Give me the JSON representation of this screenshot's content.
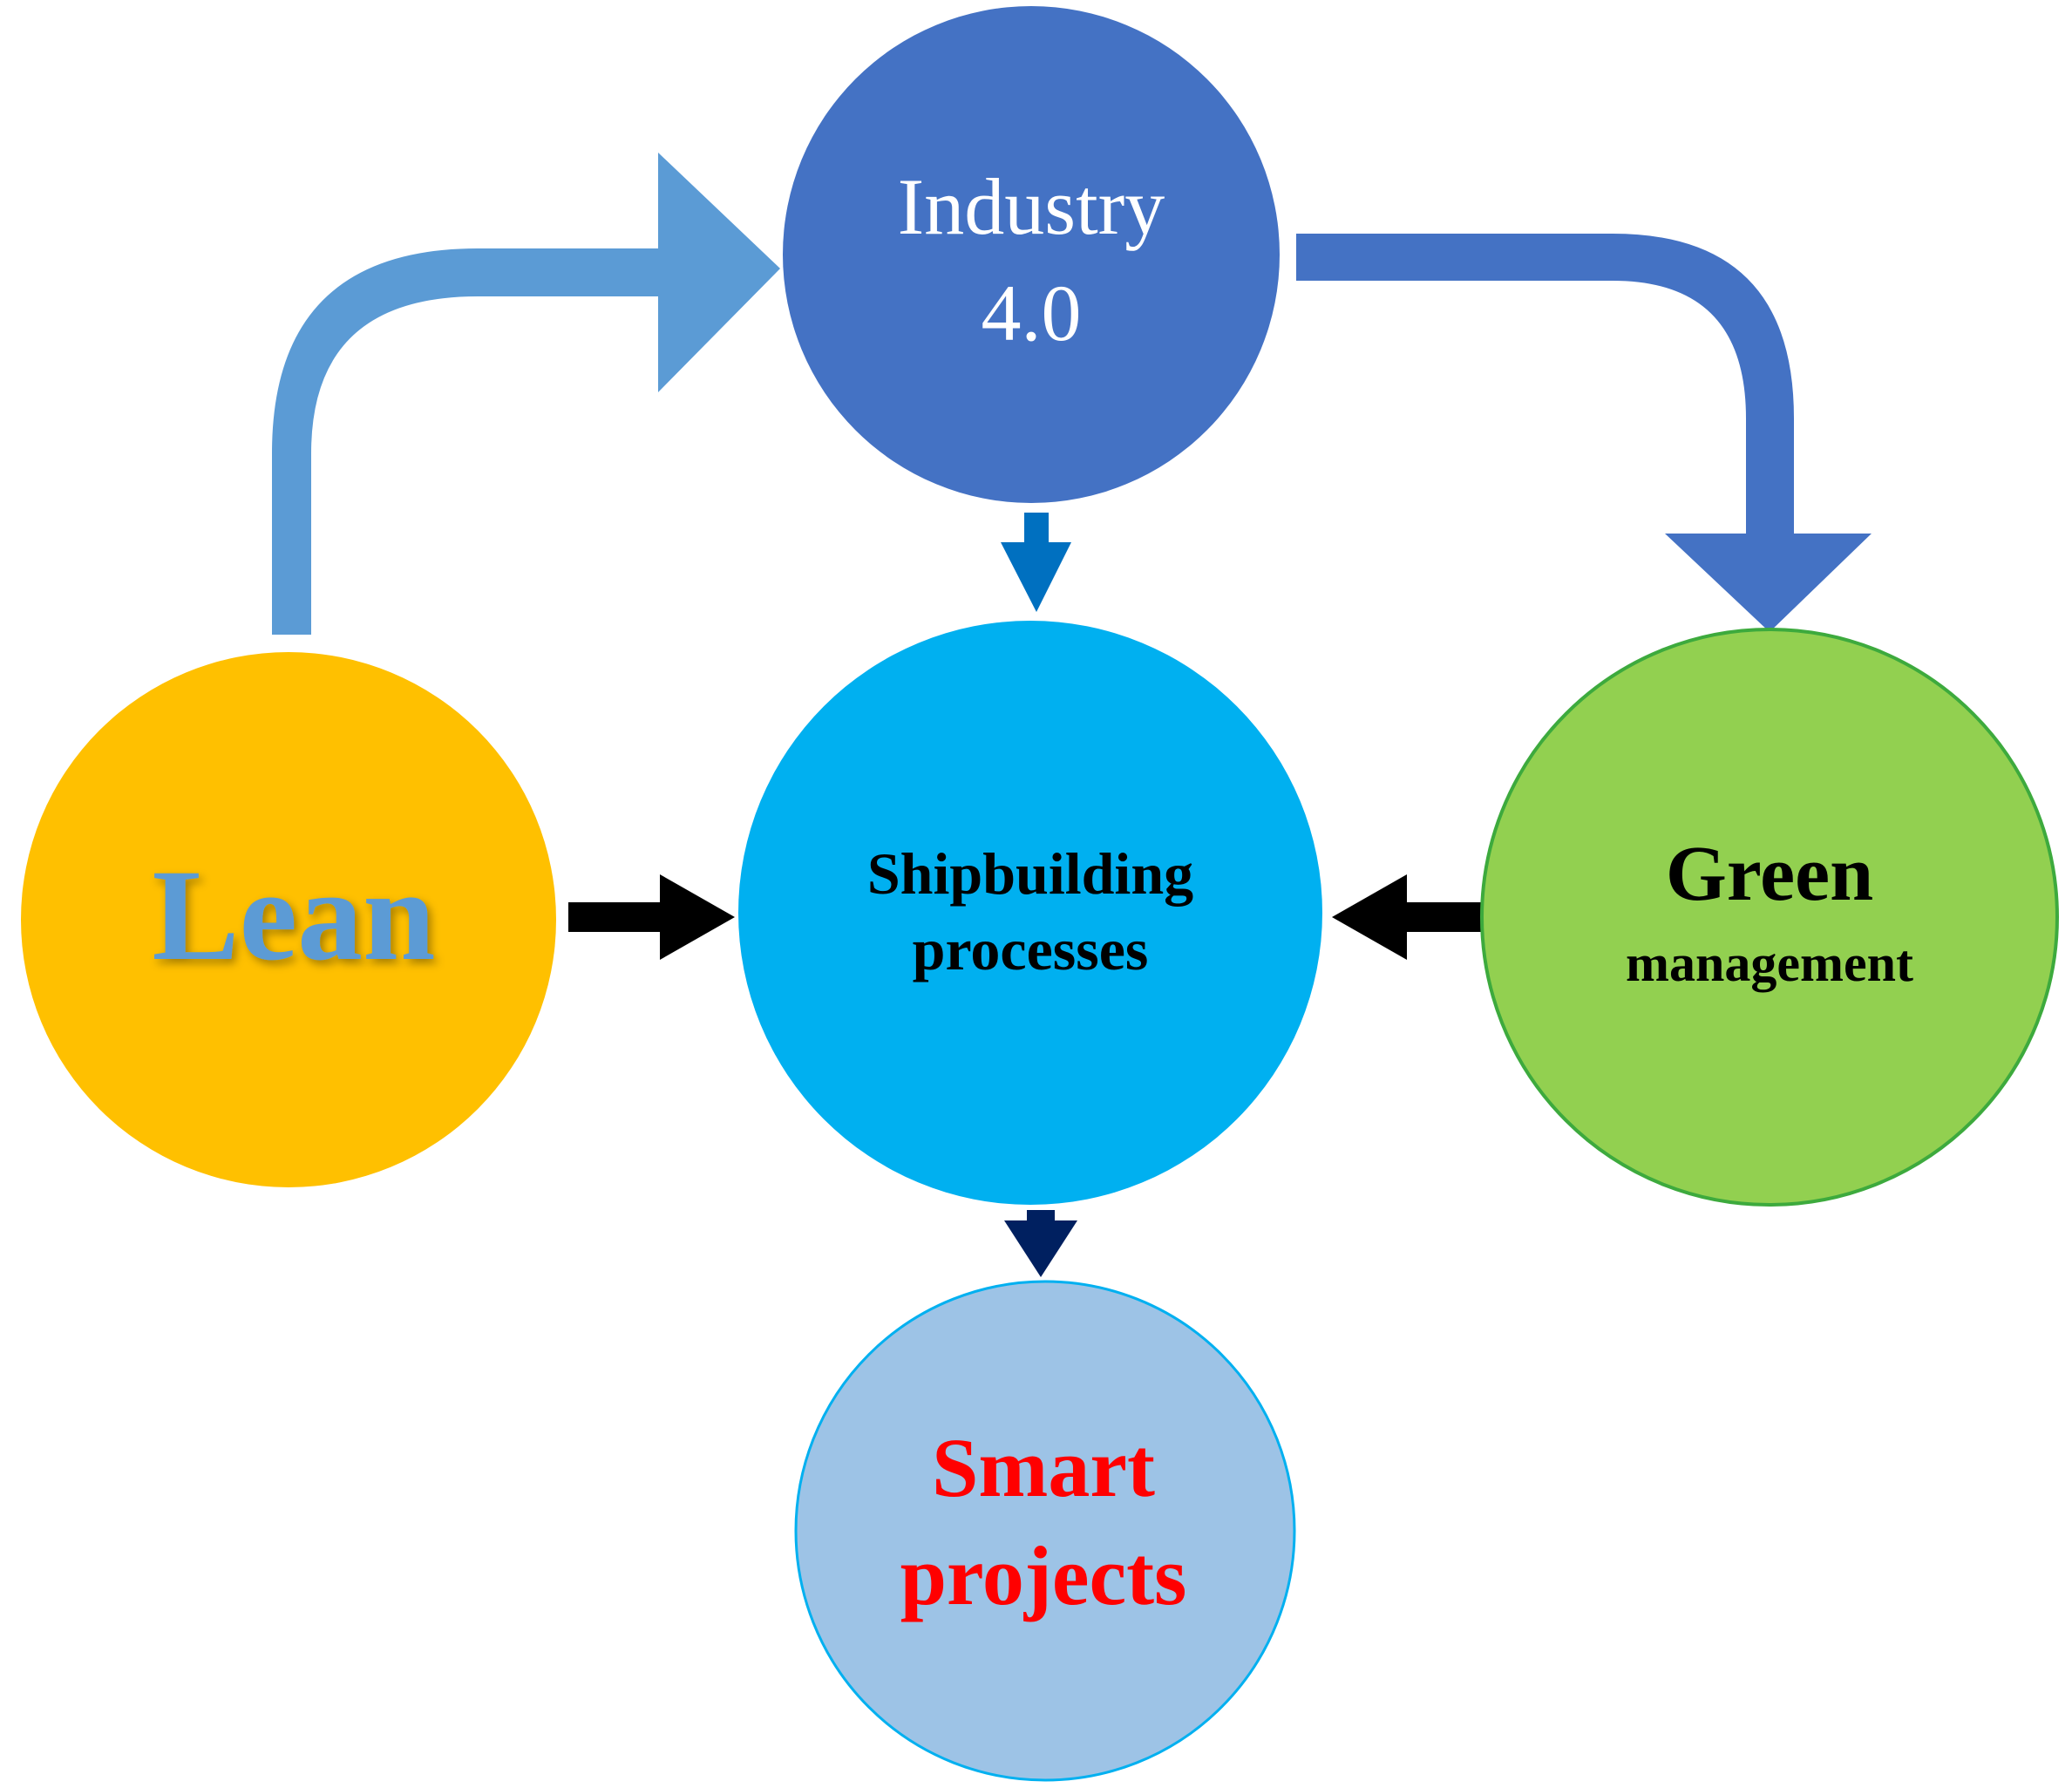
{
  "nodes": {
    "industry": {
      "line1": "Industry",
      "line2": "4.0",
      "fill": "#4472C4",
      "text_color": "#FFFFFF"
    },
    "lean": {
      "label": "Lean",
      "fill": "#FFC000",
      "text_color": "#5B9BD5"
    },
    "shipbuilding": {
      "line1": "Shipbuilding",
      "line2": "processes",
      "fill": "#00B0F0",
      "text_color": "#000000"
    },
    "green": {
      "line1": "Green",
      "line2": "management",
      "fill": "#92D050",
      "stroke": "#3DAA3D",
      "text_color": "#000000"
    },
    "smart": {
      "line1": "Smart",
      "line2": "projects",
      "fill": "#9DC3E6",
      "stroke": "#00B0F0",
      "text_color": "#FF0000"
    }
  },
  "arrows": {
    "lean_to_industry": {
      "color": "#5B9BD5"
    },
    "industry_to_green": {
      "color": "#4472C4"
    },
    "industry_to_shipbuilding": {
      "color": "#0070C0"
    },
    "lean_to_shipbuilding": {
      "color": "#000000"
    },
    "green_to_shipbuilding": {
      "color": "#000000"
    },
    "shipbuilding_to_smart": {
      "color": "#002060"
    }
  }
}
